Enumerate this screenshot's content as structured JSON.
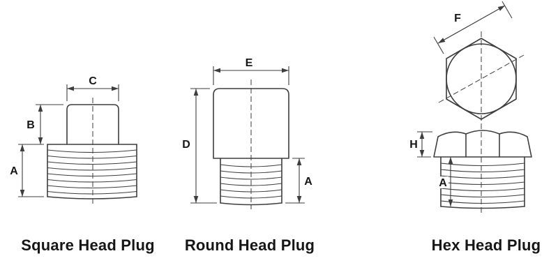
{
  "colors": {
    "line": "#3d3d3d",
    "text": "#161616",
    "background": "#ffffff"
  },
  "figures": {
    "square": {
      "caption": "Square Head Plug",
      "dim_top_width": "C",
      "dim_head_height": "B",
      "dim_thread_length": "A"
    },
    "round": {
      "caption": "Round Head Plug",
      "dim_top_width": "E",
      "dim_body_height": "D",
      "dim_thread_length": "A"
    },
    "hex": {
      "caption": "Hex Head Plug",
      "dim_across_flats": "F",
      "dim_head_height": "H",
      "dim_thread_length": "A"
    }
  }
}
